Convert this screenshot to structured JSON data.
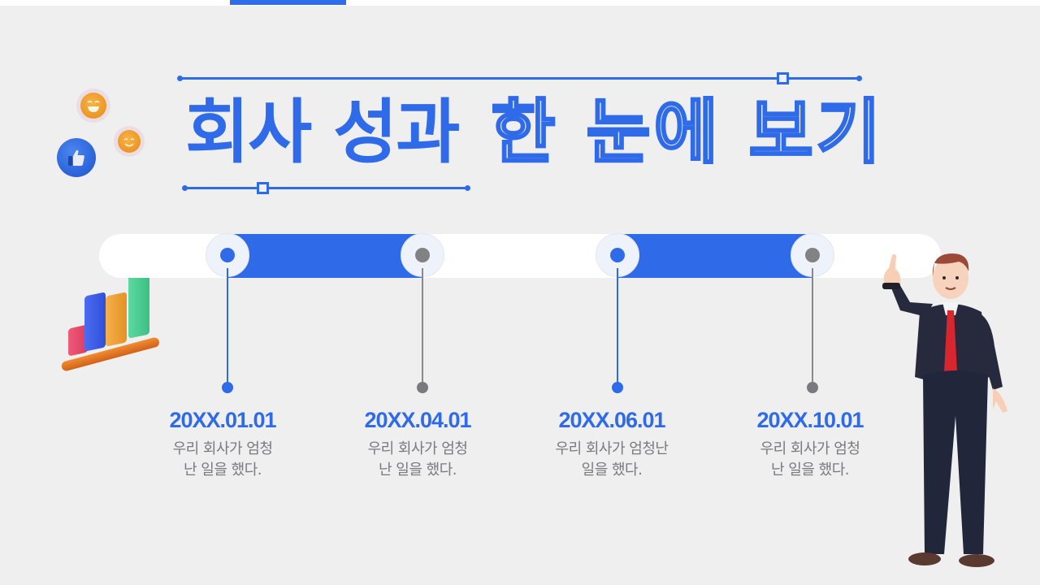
{
  "slide": {
    "background": "#efeff0",
    "accent_color": "#2f6be8",
    "muted_color": "#808284"
  },
  "title": {
    "solid_part": "회사 성과",
    "outline_part": "한 눈에 보기"
  },
  "timeline": {
    "milestones": [
      {
        "date": "20XX.01.01",
        "description_line1": "우리 회사가 엄청",
        "description_line2": "난 일을 했다.",
        "state": "active"
      },
      {
        "date": "20XX.04.01",
        "description_line1": "우리 회사가 엄청",
        "description_line2": "난 일을 했다.",
        "state": "inactive"
      },
      {
        "date": "20XX.06.01",
        "description_line1": "우리 회사가 엄청난",
        "description_line2": "일을 했다.",
        "state": "active"
      },
      {
        "date": "20XX.10.01",
        "description_line1": "우리 회사가 엄청",
        "description_line2": "난 일을 했다.",
        "state": "inactive"
      }
    ]
  },
  "decorations": {
    "icons": [
      "smile-emoji-icon",
      "grin-emoji-icon",
      "thumbs-up-icon",
      "bar-chart-3d-icon",
      "businessman-figure"
    ],
    "thumbs_up_glyph": "👍"
  }
}
